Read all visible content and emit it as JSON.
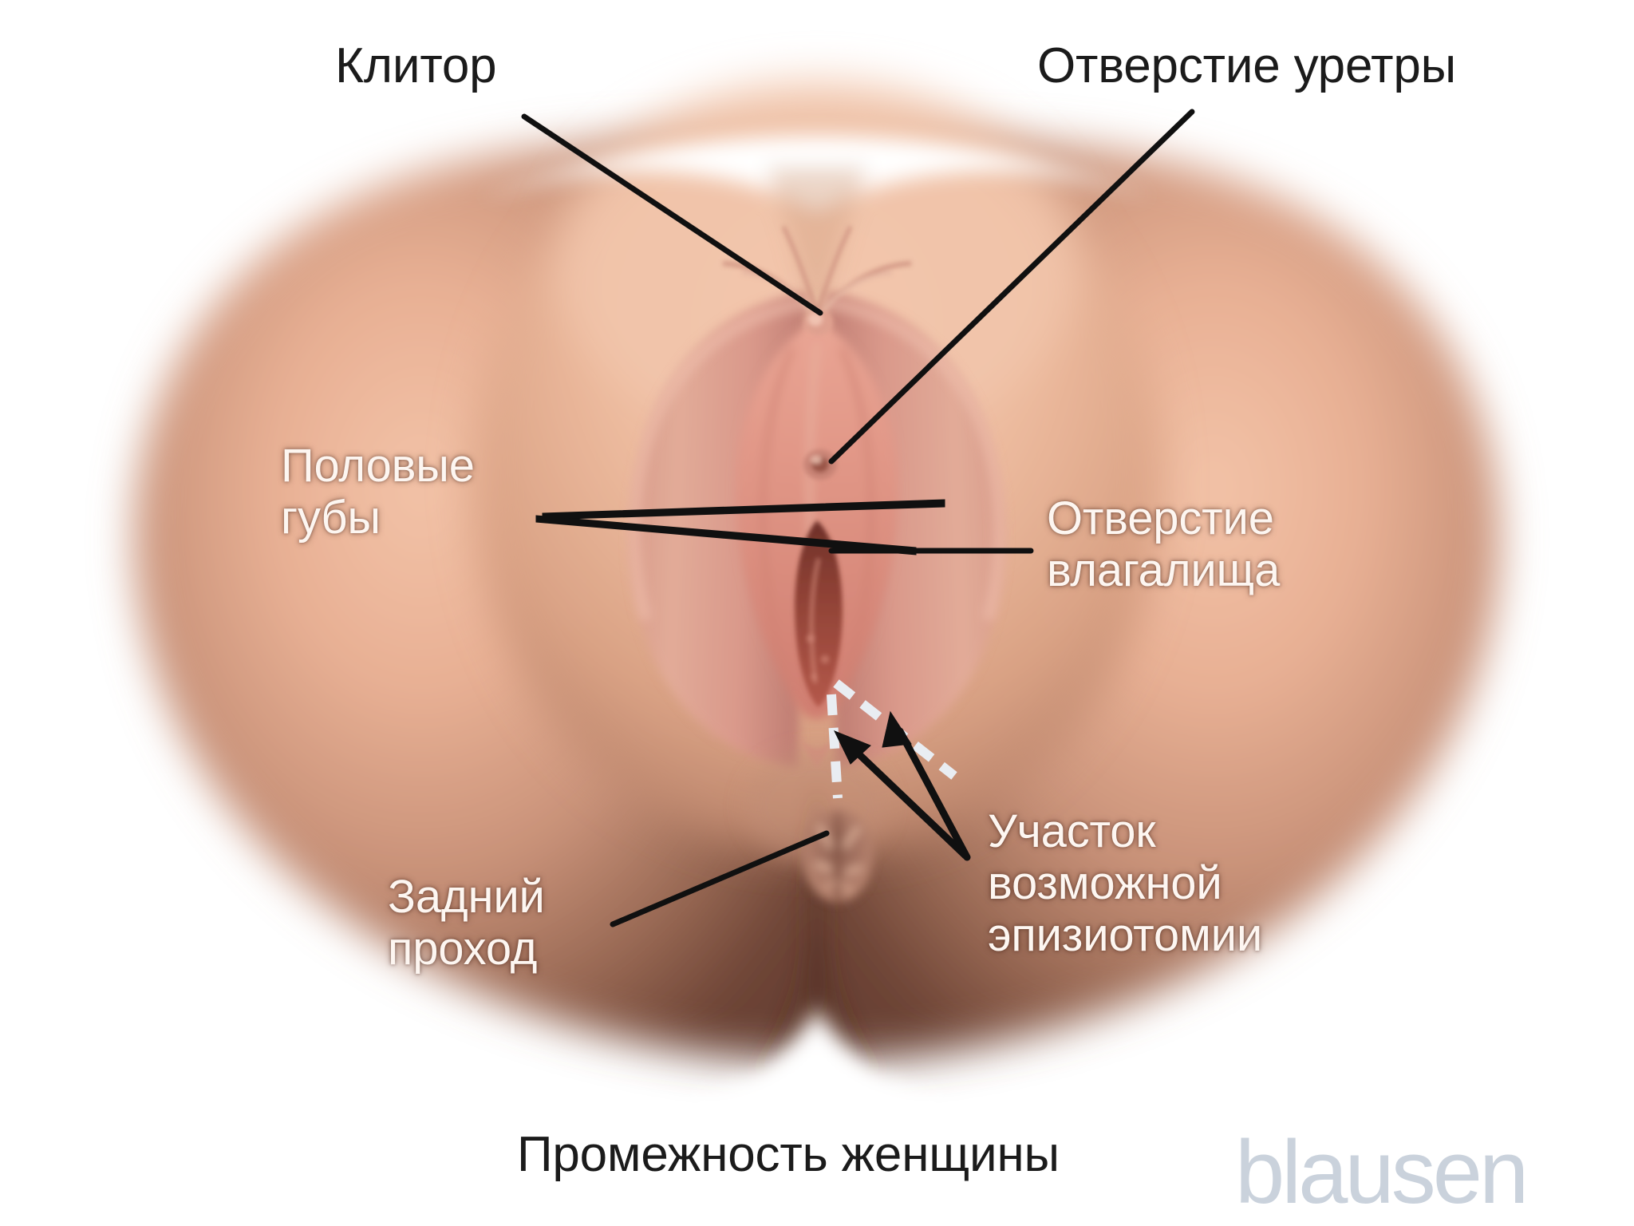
{
  "figure": {
    "caption": "Промежность женщины",
    "watermark": "blausen",
    "label_color_dark": "#1b1b1b",
    "label_color_light": "#fdf6f1",
    "background": "#ffffff"
  },
  "labels": {
    "clitoris": "Клитор",
    "urethral_opening": "Отверстие уретры",
    "labia": "Половые\nгубы",
    "vaginal_opening": "Отверстие\nвлагалища",
    "episiotomy_site": "Участок\nвозможной\nэпизиотомии",
    "anus": "Задний\nпроход"
  },
  "icons": {
    "dashed_line": "episiotomy-dashed-line",
    "arrow": "pointer-arrow"
  }
}
